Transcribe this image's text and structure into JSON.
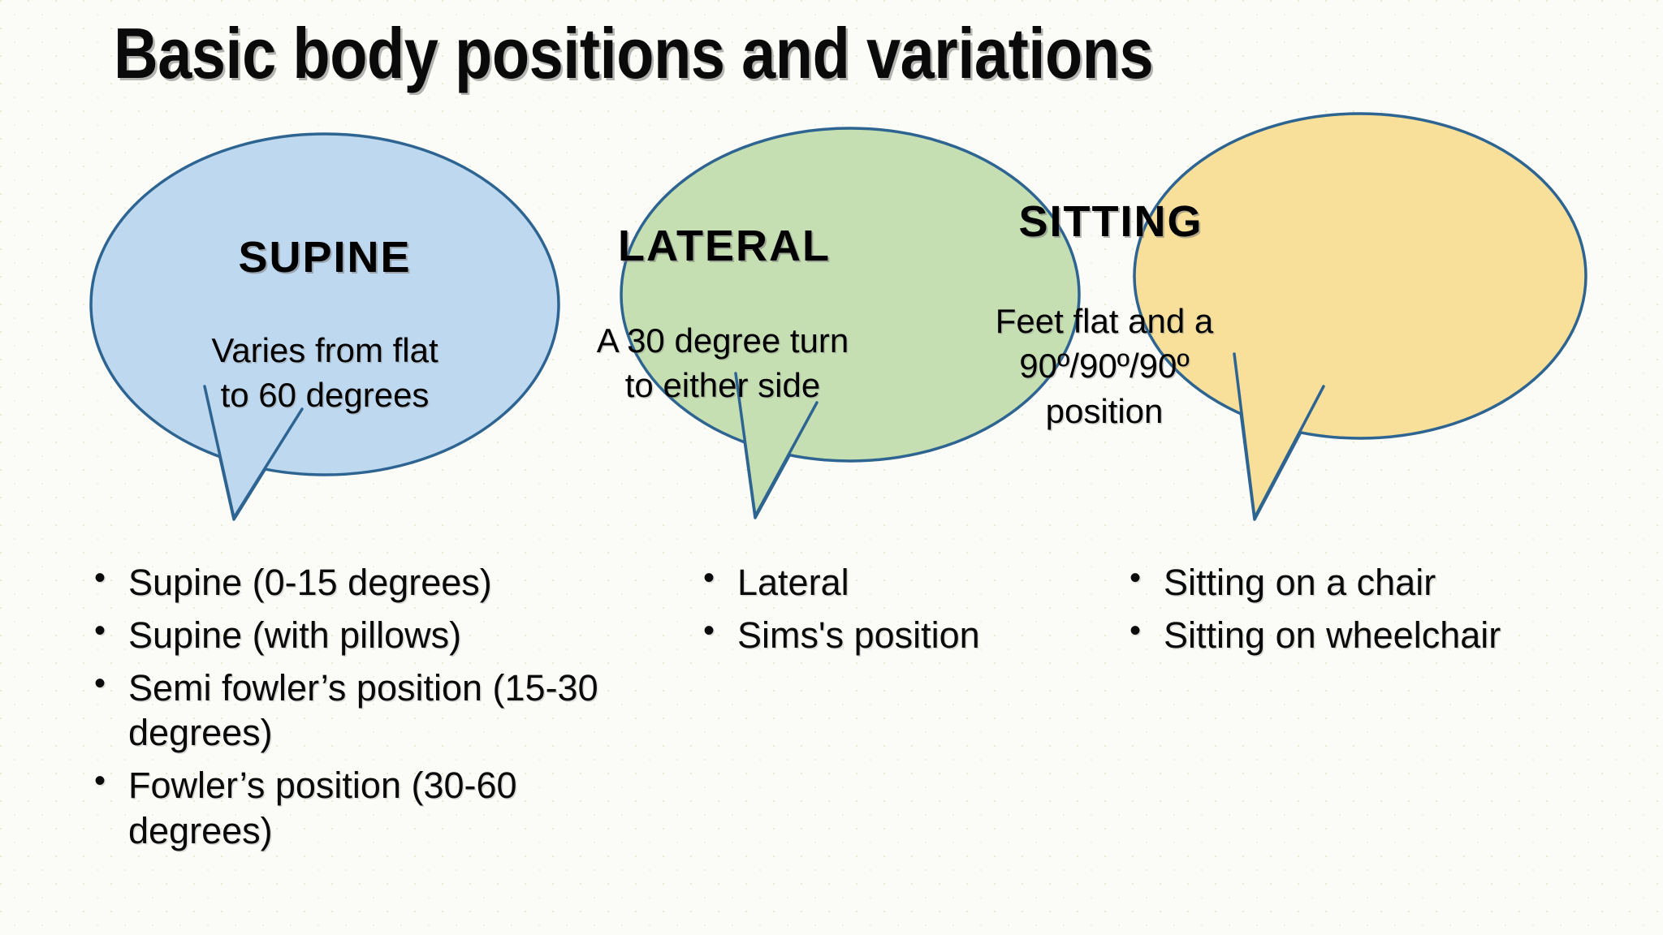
{
  "slide": {
    "title": "Basic body positions and variations",
    "background_color": "#fbfbf7"
  },
  "bubbles": [
    {
      "id": "supine",
      "heading": "SUPINE",
      "body_line1": "Varies from flat",
      "body_line2": "to 60 degrees",
      "fill_color": "#bed8ef",
      "stroke_color": "#2e6491"
    },
    {
      "id": "lateral",
      "heading": "LATERAL",
      "body_line1": "A 30 degree turn",
      "body_line2": "to either side",
      "fill_color": "#c5dfb2",
      "stroke_color": "#2e6491"
    },
    {
      "id": "sitting",
      "heading": "SITTING",
      "body_line1": "Feet flat and a",
      "body_line2": "90º/90º/90º",
      "body_line3": "position",
      "fill_color": "#f8e09a",
      "stroke_color": "#2e6491"
    }
  ],
  "lists": {
    "supine": [
      "Supine (0-15 degrees)",
      "Supine (with pillows)",
      "Semi fowler’s position (15-30 degrees)",
      "Fowler’s position (30-60 degrees)"
    ],
    "lateral": [
      "Lateral",
      "Sims's position"
    ],
    "sitting": [
      "Sitting on a chair",
      "Sitting on wheelchair"
    ]
  }
}
